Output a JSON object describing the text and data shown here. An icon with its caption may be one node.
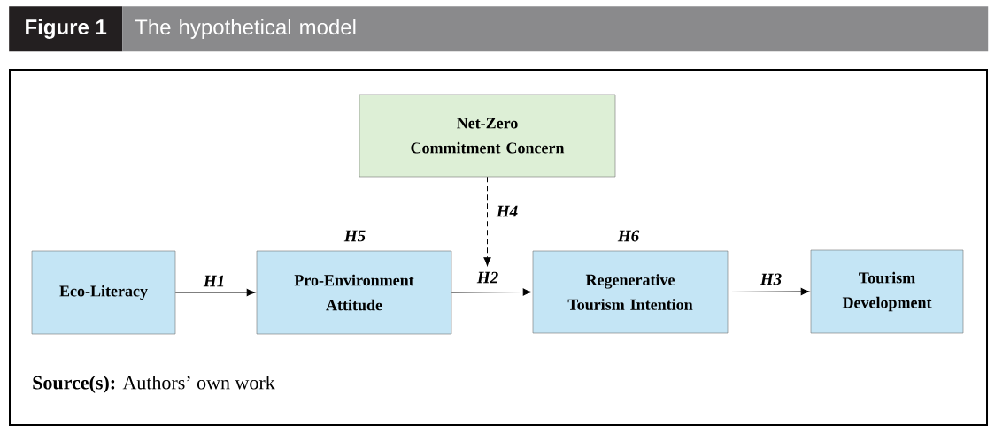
{
  "diagram": {
    "title": "The hypothetical model",
    "caption": "**Source(s):** Authors’ own work",
    "nodes": [
      {
        "text": [
          "Net-Zero Commitment Concern"
        ]
      },
      {
        "text": [
          "Eco-Literacy"
        ]
      },
      {
        "text": [
          "Pro-Environment Attitude"
        ]
      },
      {
        "text": [
          "Regenerative Tourism Intention"
        ]
      },
      {
        "text": [
          "Tourism Development"
        ]
      }
    ],
    "edges": [
      {
        "from": 1,
        "to": 2,
        "arrow": "to",
        "label": "H1"
      },
      {
        "from": 2,
        "to": 3,
        "arrow": "to",
        "label": "H2"
      },
      {
        "from": 3,
        "to": 4,
        "arrow": "to",
        "label": "H3"
      },
      {
        "from": 0,
        "to": null,
        "arrow": "to",
        "label": "H4",
        "style": "dashed"
      }
    ],
    "labels": [
      "Figure 1",
      "H5",
      "H6"
    ]
  }
}
